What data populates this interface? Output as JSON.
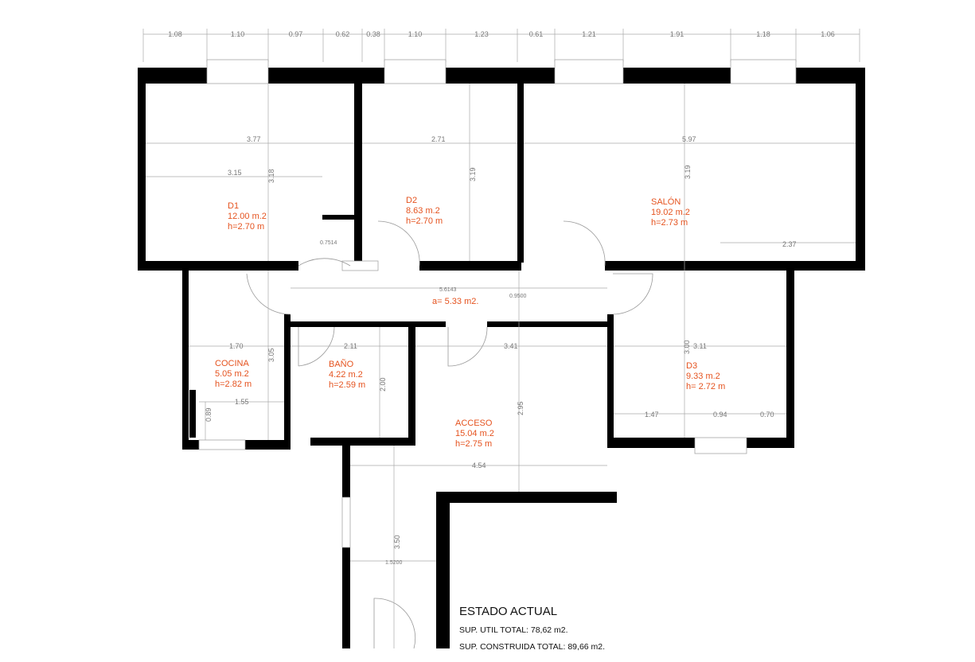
{
  "top_dimensions": [
    "1.08",
    "1.10",
    "0.97",
    "0.62",
    "0.38",
    "1.10",
    "1.23",
    "0.61",
    "1.21",
    "1.91",
    "1.18",
    "1.06"
  ],
  "rooms": {
    "d1": {
      "name": "D1",
      "area": "12.00 m.2",
      "height": "h=2.70 m"
    },
    "d2": {
      "name": "D2",
      "area": "8.63 m.2",
      "height": "h=2.70 m"
    },
    "salon": {
      "name": "SALÓN",
      "area": "19.02 m.2",
      "height": "h=2.73 m"
    },
    "pasillo": {
      "area": "a= 5.33 m2."
    },
    "cocina": {
      "name": "COCINA",
      "area": "5.05 m.2",
      "height": "h=2.82 m"
    },
    "bano": {
      "name": "BAÑO",
      "area": "4.22 m.2",
      "height": "h=2.59 m"
    },
    "acceso": {
      "name": "ACCESO",
      "area": "15.04 m.2",
      "height": "h=2.75 m"
    },
    "d3": {
      "name": "D3",
      "area": "9.33 m.2",
      "height": "h= 2.72 m"
    }
  },
  "dimensions": {
    "d1_width": "3.77",
    "d1_inner": "3.15",
    "d1_depth": "3.18",
    "closet": "0.7514",
    "d2_width": "2.71",
    "d2_depth": "3.19",
    "salon_width": "5.97",
    "salon_depth": "3.19",
    "salon_partial": "2.37",
    "hall_length": "5.6143",
    "hall_width": "0.9500",
    "cocina_width": "1.70",
    "cocina_depth": "3.05",
    "cocina_inner": "1.55",
    "cocina_small": "0.89",
    "bano_width": "2.11",
    "bano_depth": "2.00",
    "acceso_width": "3.41",
    "acceso_depth": "2.95",
    "acceso_lower": "4.54",
    "entry_depth": "3.50",
    "entry_width": "1.5200",
    "d3_width": "3.11",
    "d3_depth": "3.00",
    "d3_a": "1.47",
    "d3_b": "0.94",
    "d3_c": "0.70"
  },
  "legend": {
    "title": "ESTADO ACTUAL",
    "util": "SUP. UTIL TOTAL: 78,62 m2.",
    "construida": "SUP. CONSTRUIDA TOTAL: 89,66 m2."
  }
}
